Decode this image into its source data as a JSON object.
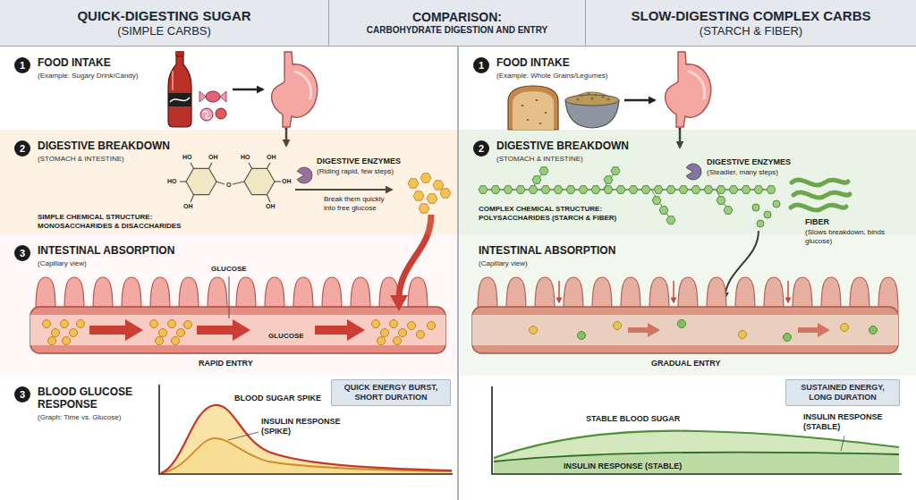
{
  "diagram": {
    "nodes": [
      {
        "text": [
          "QUICK-DIGESTING SUGAR",
          "(SIMPLE CARBS)"
        ]
      },
      {
        "text": [
          "COMPARISON:",
          "CARBOHYDRATE DIGESTION AND ENTRY"
        ]
      },
      {
        "text": [
          "SLOW-DIGESTING COMPLEX CARBS",
          "(STARCH & FIBER)"
        ]
      },
      {
        "text": [
          "FOOD INTAKE",
          "(Example: Sugary Drink/Candy)"
        ]
      },
      {
        "text": [
          "1"
        ],
        "in": 3
      },
      {
        "text": [
          "DIGESTIVE BREAKDOWN",
          "(STOMACH & INTESTINE)"
        ]
      },
      {
        "text": [
          "2"
        ],
        "in": 5
      },
      {
        "text": [
          "INTESTINAL ABSORPTION",
          "(Capillary view)"
        ]
      },
      {
        "text": [
          "3"
        ],
        "in": 7
      },
      {
        "text": [
          "BLOOD GLUCOSE RESPONSE",
          "(Graph: Time vs. Glucose)"
        ]
      },
      {
        "text": [
          "3"
        ],
        "in": 9
      },
      {
        "text": [
          "QUICK ENERGY BURST, SHORT DURATION"
        ],
        "in": 9
      },
      {
        "text": [
          "FOOD INTAKE",
          "(Example: Whole Grains/Legumes)"
        ]
      },
      {
        "text": [
          "1"
        ],
        "in": 12
      },
      {
        "text": [
          "DIGESTIVE BREAKDOWN",
          "(STOMACH & INTESTINE)"
        ]
      },
      {
        "text": [
          "2"
        ],
        "in": 14
      },
      {
        "text": [
          "INTESTINAL ABSORPTION",
          "(Capillary view)"
        ]
      },
      {
        "text": [
          "SUSTAINED ENERGY, LONG DURATION"
        ]
      }
    ],
    "labels": [
      "HO",
      "OH",
      "HO",
      "OH",
      "HO",
      "O",
      "OH",
      "OH",
      "OH",
      "DIGESTIVE ENZYMES",
      "(Riding rapid, few steps)",
      "Break them quickly into free glucose",
      "SIMPLE CHEMICAL STRUCTURE: MONOSACCHARIDES & DISACCHARIDES",
      "GLUCOSE",
      "GLUCOSE",
      "RAPID ENTRY",
      "BLOOD SUGAR SPIKE",
      "INSULIN RESPONSE (SPIKE)",
      "DIGESTIVE ENZYMES",
      "(Steadier, many steps)",
      "COMPLEX CHEMICAL STRUCTURE: POLYSACCHARIDES (STARCH & FIBER)",
      "FIBER",
      "(Slows breakdown, binds glucose)",
      "GRADUAL ENTRY",
      "STABLE BLOOD SUGAR",
      "INSULIN RESPONSE (STABLE)",
      "INSULIN RESPONSE (STABLE)"
    ]
  }
}
